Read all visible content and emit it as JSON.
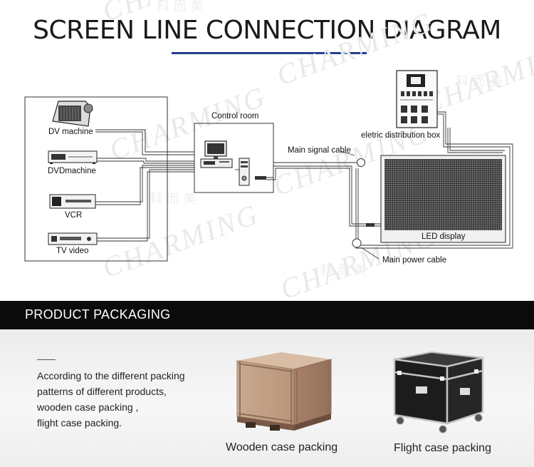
{
  "header": {
    "title": "SCREEN LINE CONNECTION DIAGRAM"
  },
  "sources": [
    {
      "label": "DV machine",
      "icon": "dv-camera-icon"
    },
    {
      "label": "DVDmachine",
      "icon": "dvd-player-icon"
    },
    {
      "label": "VCR",
      "icon": "vcr-icon"
    },
    {
      "label": "TV video",
      "icon": "tv-video-player-icon"
    }
  ],
  "control_room": {
    "label": "Control room"
  },
  "distribution_box": {
    "label": "eletric distribution box"
  },
  "cables": {
    "signal": "Main signal cable",
    "power": "Main power cable"
  },
  "display": {
    "label": "LED display"
  },
  "watermark": {
    "text": "CHARMING",
    "chinese": "科 而 美"
  },
  "packaging": {
    "heading": "PRODUCT PACKAGING",
    "description": [
      "According to the different packing",
      "patterns of different products,",
      "wooden case packing ,",
      "flight case packing."
    ],
    "items": [
      {
        "caption": "Wooden case packing"
      },
      {
        "caption": "Flight case packing"
      }
    ]
  },
  "colors": {
    "accent": "#233f8f",
    "bar": "#0b0b0b"
  }
}
